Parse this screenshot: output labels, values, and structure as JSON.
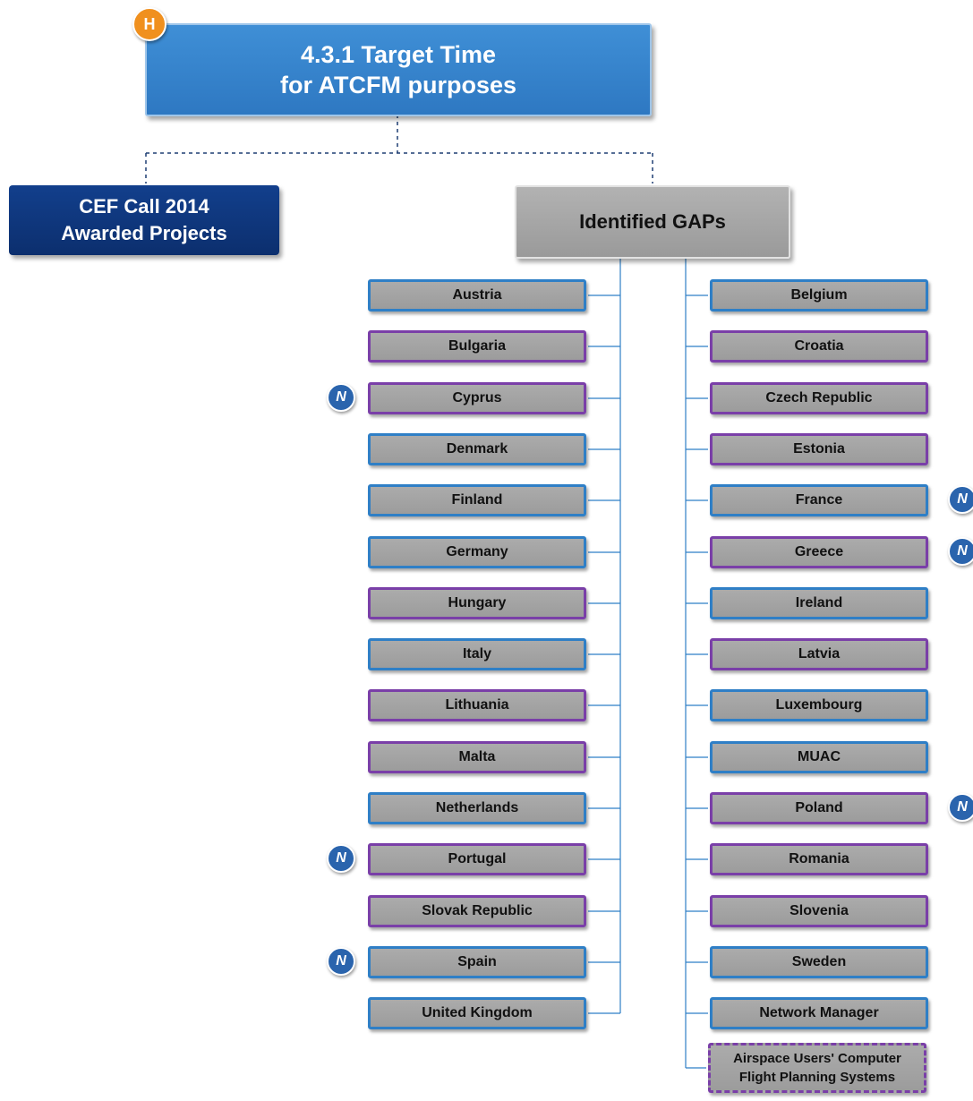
{
  "header": {
    "badge": "H",
    "title_line1": "4.3.1 Target Time",
    "title_line2": "for ATCFM purposes"
  },
  "cef": {
    "line1": "CEF Call 2014",
    "line2": "Awarded Projects"
  },
  "gaps": {
    "label": "Identified GAPs"
  },
  "new_badge": "N",
  "left_column": [
    {
      "label": "Austria",
      "border": "blue",
      "new": false
    },
    {
      "label": "Bulgaria",
      "border": "purple",
      "new": false
    },
    {
      "label": "Cyprus",
      "border": "purple",
      "new": true
    },
    {
      "label": "Denmark",
      "border": "blue",
      "new": false
    },
    {
      "label": "Finland",
      "border": "blue",
      "new": false
    },
    {
      "label": "Germany",
      "border": "blue",
      "new": false
    },
    {
      "label": "Hungary",
      "border": "purple",
      "new": false
    },
    {
      "label": "Italy",
      "border": "blue",
      "new": false
    },
    {
      "label": "Lithuania",
      "border": "purple",
      "new": false
    },
    {
      "label": "Malta",
      "border": "purple",
      "new": false
    },
    {
      "label": "Netherlands",
      "border": "blue",
      "new": false
    },
    {
      "label": "Portugal",
      "border": "purple",
      "new": true
    },
    {
      "label": "Slovak Republic",
      "border": "purple",
      "new": false
    },
    {
      "label": "Spain",
      "border": "blue",
      "new": true
    },
    {
      "label": "United Kingdom",
      "border": "blue",
      "new": false
    }
  ],
  "right_column": [
    {
      "label": "Belgium",
      "border": "blue",
      "new": false
    },
    {
      "label": "Croatia",
      "border": "purple",
      "new": false
    },
    {
      "label": "Czech Republic",
      "border": "purple",
      "new": false
    },
    {
      "label": "Estonia",
      "border": "purple",
      "new": false
    },
    {
      "label": "France",
      "border": "blue",
      "new": true
    },
    {
      "label": "Greece",
      "border": "purple",
      "new": true
    },
    {
      "label": "Ireland",
      "border": "blue",
      "new": false
    },
    {
      "label": "Latvia",
      "border": "purple",
      "new": false
    },
    {
      "label": "Luxembourg",
      "border": "blue",
      "new": false
    },
    {
      "label": "MUAC",
      "border": "blue",
      "new": false
    },
    {
      "label": "Poland",
      "border": "purple",
      "new": true
    },
    {
      "label": "Romania",
      "border": "purple",
      "new": false
    },
    {
      "label": "Slovenia",
      "border": "purple",
      "new": false
    },
    {
      "label": "Sweden",
      "border": "blue",
      "new": false
    },
    {
      "label": "Network Manager",
      "border": "blue",
      "new": false
    }
  ],
  "last_node": {
    "line1": "Airspace Users' Computer",
    "line2": "Flight Planning  Systems",
    "border": "purple-dashed"
  },
  "colors": {
    "title_blue": "#3784cf",
    "cef_navy": "#0f3a80",
    "node_gray": "#a3a3a3",
    "border_blue": "#2f7fc6",
    "border_purple": "#7a3fa8",
    "badge_orange": "#f0901e",
    "badge_blue": "#2a64ad"
  }
}
